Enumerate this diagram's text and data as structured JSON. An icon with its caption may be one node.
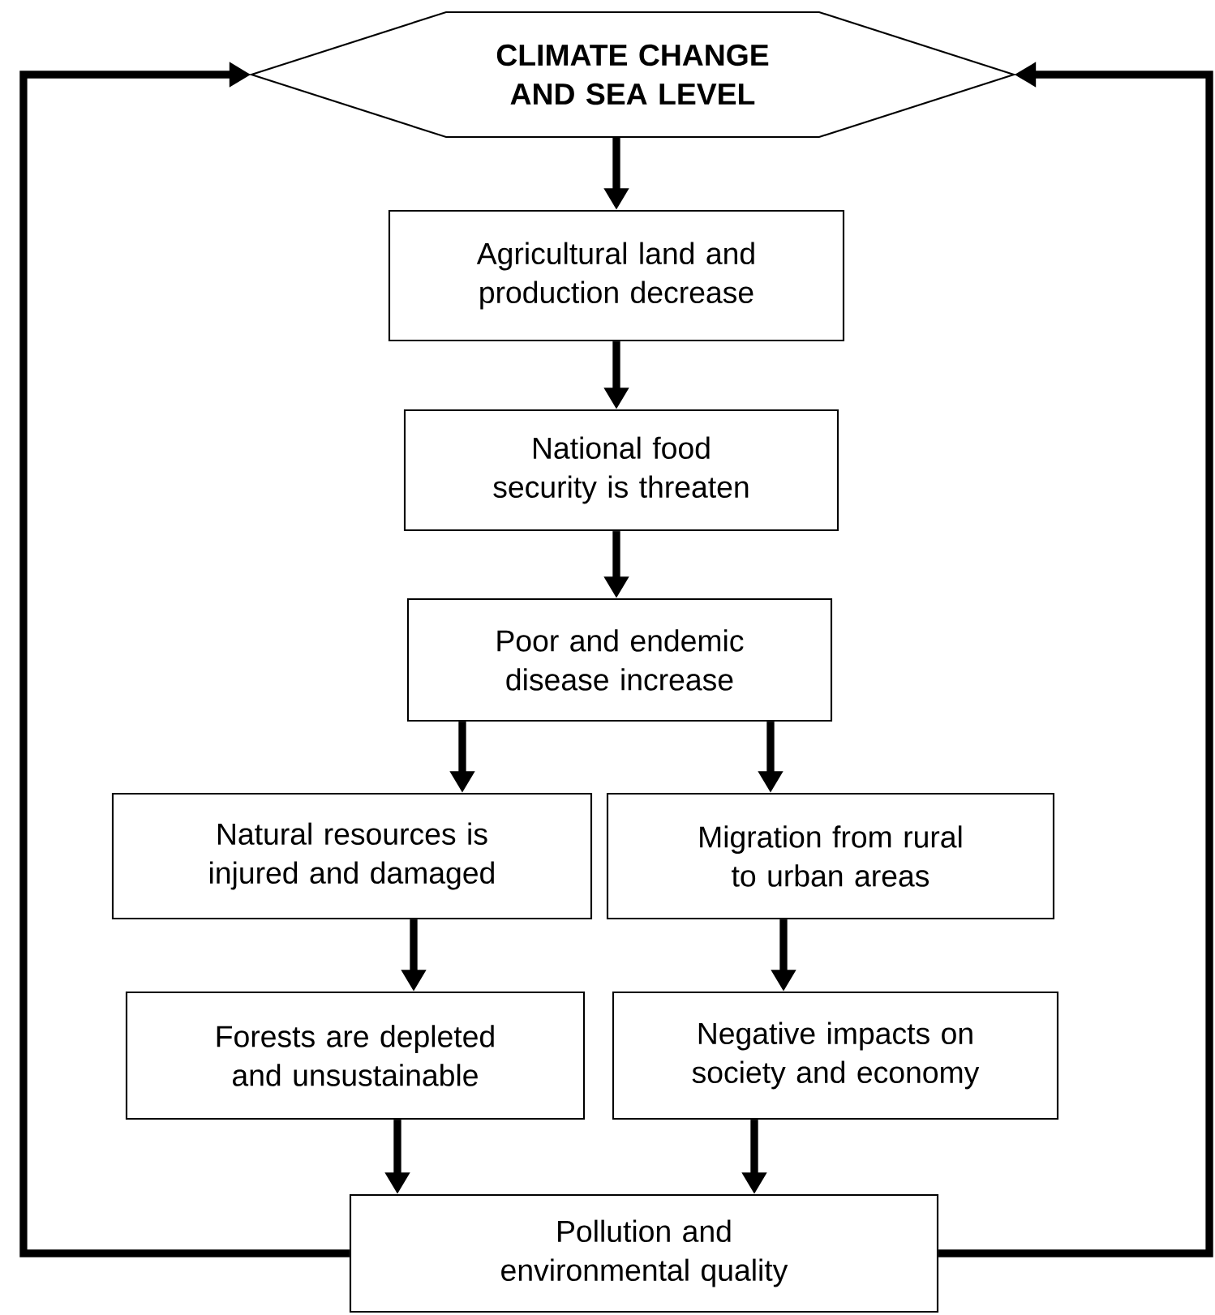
{
  "diagram": {
    "nodes": [
      {
        "text": [
          "CLIMATE CHANGE AND SEA LEVEL"
        ]
      },
      {
        "text": [
          "Agricultural land and production decrease"
        ]
      },
      {
        "text": [
          "National food security is threaten"
        ]
      },
      {
        "text": [
          "Poor and endemic disease increase"
        ]
      },
      {
        "text": [
          "Natural resources is injured and damaged"
        ]
      },
      {
        "text": [
          "Migration from rural to urban areas"
        ]
      },
      {
        "text": [
          "Forests are depleted and unsustainable"
        ]
      },
      {
        "text": [
          "Negative impacts on society and economy"
        ]
      },
      {
        "text": [
          "Pollution and environmental quality"
        ]
      }
    ],
    "edges": [
      {
        "from": 0,
        "to": 1,
        "arrow": "to"
      },
      {
        "from": 1,
        "to": 2,
        "arrow": "to"
      },
      {
        "from": 2,
        "to": 3,
        "arrow": "to"
      },
      {
        "from": 3,
        "to": 4,
        "arrow": "to"
      },
      {
        "from": 3,
        "to": 5,
        "arrow": "to"
      },
      {
        "from": 4,
        "to": 6,
        "arrow": "to"
      },
      {
        "from": 5,
        "to": 7,
        "arrow": "to"
      },
      {
        "from": 6,
        "to": 8,
        "arrow": "to"
      },
      {
        "from": 7,
        "to": 8,
        "arrow": "to"
      },
      {
        "from": 8,
        "to": 0,
        "arrow": "to"
      },
      {
        "from": 8,
        "to": 0,
        "arrow": "to"
      }
    ]
  }
}
